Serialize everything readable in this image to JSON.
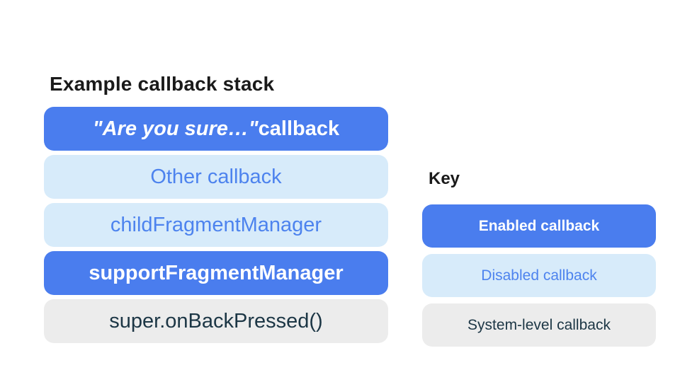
{
  "stack": {
    "title": "Example callback stack",
    "items": [
      {
        "label_quoted": "\"Are you sure…\"",
        "label_rest": " callback",
        "type": "enabled"
      },
      {
        "label": "Other callback",
        "type": "disabled"
      },
      {
        "label": "childFragmentManager",
        "type": "disabled"
      },
      {
        "label": "supportFragmentManager",
        "type": "enabled"
      },
      {
        "label": "super.onBackPressed()",
        "type": "system"
      }
    ]
  },
  "key": {
    "title": "Key",
    "items": [
      {
        "label": "Enabled callback",
        "type": "enabled"
      },
      {
        "label": "Disabled callback",
        "type": "disabled"
      },
      {
        "label": "System-level callback",
        "type": "system"
      }
    ]
  },
  "colors": {
    "page_background": "#FFFFFF",
    "enabled_bg": "#4A7DEE",
    "enabled_text": "#FFFFFF",
    "disabled_bg": "#D7EBFA",
    "disabled_text": "#4D83EE",
    "system_bg": "#ECECEC",
    "system_text": "#1C3645",
    "heading_text": "#1A1A1A"
  }
}
